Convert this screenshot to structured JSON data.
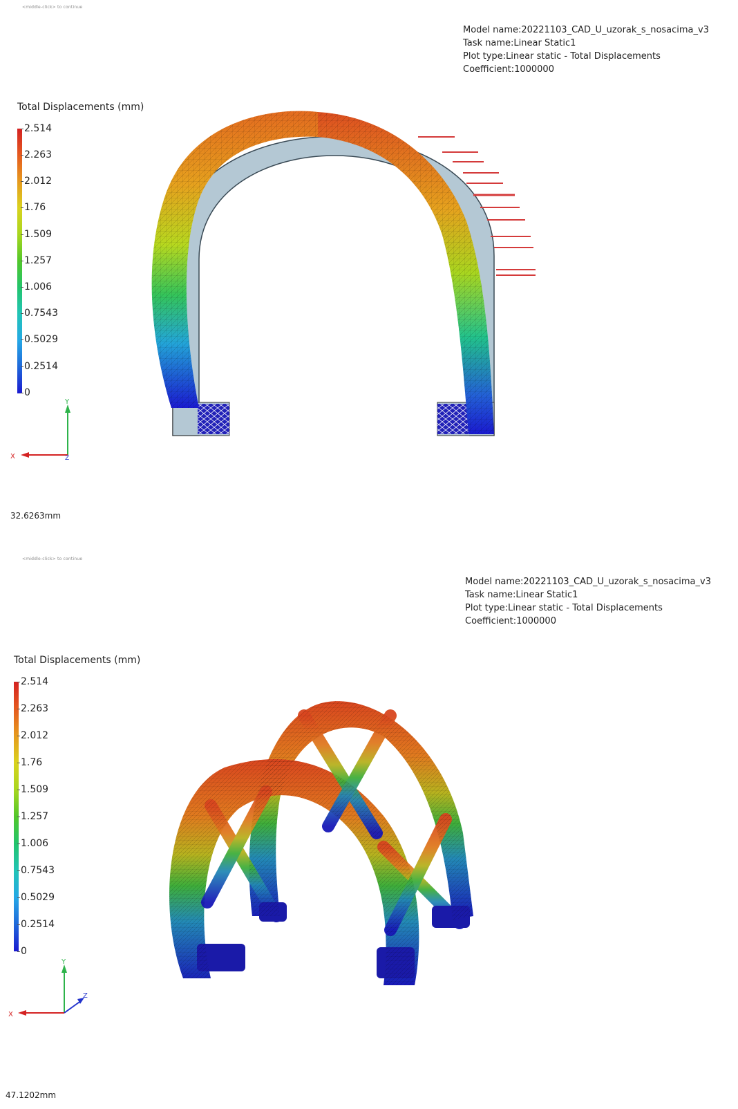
{
  "panels": [
    {
      "hint": "<middle-click> to continue",
      "info": {
        "model": "Model name:20221103_CAD_U_uzorak_s_nosacima_v3",
        "task": "Task name:Linear Static1",
        "plot": "Plot type:Linear static - Total Displacements",
        "coef": "Coefficient:1000000"
      },
      "legend_title": "Total Displacements (mm)",
      "ticks": [
        "2.514",
        "2.263",
        "2.012",
        "1.76",
        "1.509",
        "1.257",
        "1.006",
        "0.7543",
        "0.5029",
        "0.2514",
        "0"
      ],
      "axes": {
        "x": "X",
        "y": "Y",
        "z": "Z"
      },
      "scale": "32.6263mm"
    },
    {
      "hint": "<middle-click> to continue",
      "info": {
        "model": "Model name:20221103_CAD_U_uzorak_s_nosacima_v3",
        "task": "Task name:Linear Static1",
        "plot": "Plot type:Linear static - Total Displacements",
        "coef": "Coefficient:1000000"
      },
      "legend_title": "Total Displacements (mm)",
      "ticks": [
        "2.514",
        "2.263",
        "2.012",
        "1.76",
        "1.509",
        "1.257",
        "1.006",
        "0.7543",
        "0.5029",
        "0.2514",
        "0"
      ],
      "axes": {
        "x": "X",
        "y": "Y",
        "z": "Z"
      },
      "scale": "47.1202mm"
    }
  ],
  "colors": {
    "max": "#d42222",
    "min": "#1a1ad0",
    "undeformed": "#b4c8d4",
    "load_arrow": "#d43a3a"
  }
}
